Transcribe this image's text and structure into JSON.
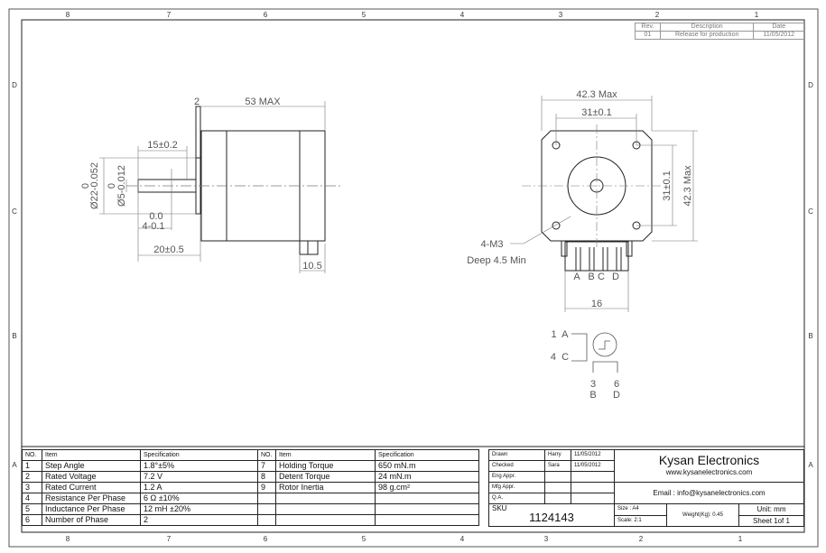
{
  "grid": {
    "columns": [
      "8",
      "7",
      "6",
      "5",
      "4",
      "3",
      "2",
      "1"
    ],
    "rows": [
      "D",
      "C",
      "B",
      "A"
    ]
  },
  "revision": {
    "headers": [
      "Rev.",
      "Description",
      "Date"
    ],
    "row": [
      "01",
      "Release for production",
      "11/05/2012"
    ]
  },
  "side_view": {
    "overall": "53 MAX",
    "flange": "2",
    "shaft_flat": "15±0.2",
    "pilot_dia": "Ø22-0.052",
    "pilot_tol_upper": "0",
    "shaft_dia": "Ø5-0.012",
    "shaft_tol_upper": "0",
    "pilot_depth_upper": "0.0",
    "pilot_depth": "4-0.1",
    "shaft_length": "20±0.5",
    "connector": "10.5"
  },
  "front_view": {
    "width": "42.3 Max",
    "hole_spacing_h": "31±0.1",
    "hole_spacing_v": "31±0.1",
    "height": "42.3 Max",
    "holes_label": "4-M3",
    "holes_depth": "Deep 4.5 Min",
    "pins": [
      "A",
      "B",
      "C",
      "D"
    ],
    "connector_width": "16"
  },
  "schematic": {
    "left_top": "1  A",
    "left_bottom": "4  C",
    "bottom_nums": [
      "3",
      "6"
    ],
    "bottom_letters": [
      "B",
      "D"
    ]
  },
  "spec_table": {
    "headers": [
      "NO.",
      "Item",
      "Specification",
      "NO.",
      "Item",
      "Specification"
    ],
    "rows": [
      [
        "1",
        "Step Angle",
        "1.8°±5%",
        "7",
        "Holding Torque",
        "650 mN.m"
      ],
      [
        "2",
        "Rated Voltage",
        "7.2 V",
        "8",
        "Detent Torque",
        "24 mN.m"
      ],
      [
        "3",
        "Rated Current",
        "1.2 A",
        "9",
        "Rotor Inertia",
        "98 g.cm²"
      ],
      [
        "4",
        "Resistance Per Phase",
        "6 Ω  ±10%",
        "",
        "",
        ""
      ],
      [
        "5",
        "Inductance Per Phase",
        "12 mH ±20%",
        "",
        "",
        ""
      ],
      [
        "6",
        "Number of Phase",
        "2",
        "",
        "",
        ""
      ]
    ]
  },
  "title_block": {
    "approvals": [
      [
        "Drawn",
        "Harry",
        "11/05/2012"
      ],
      [
        "Checked",
        "Sara",
        "11/05/2012"
      ],
      [
        "Eng Appr.",
        "",
        ""
      ],
      [
        "Mfg Appr.",
        "",
        ""
      ],
      [
        "Q.A.",
        "",
        ""
      ]
    ],
    "company": "Kysan Electronics",
    "website": "www.kysanelectronics.com",
    "email": "Email : info@kysanelectronics.com",
    "sku_label": "SKU",
    "sku": "1124143",
    "size": "Size : A4",
    "scale": "Scale: 2:1",
    "weight": "Weight(Kg):  0.45",
    "unit": "Unit: mm",
    "sheet": "Sheet 1of 1"
  }
}
